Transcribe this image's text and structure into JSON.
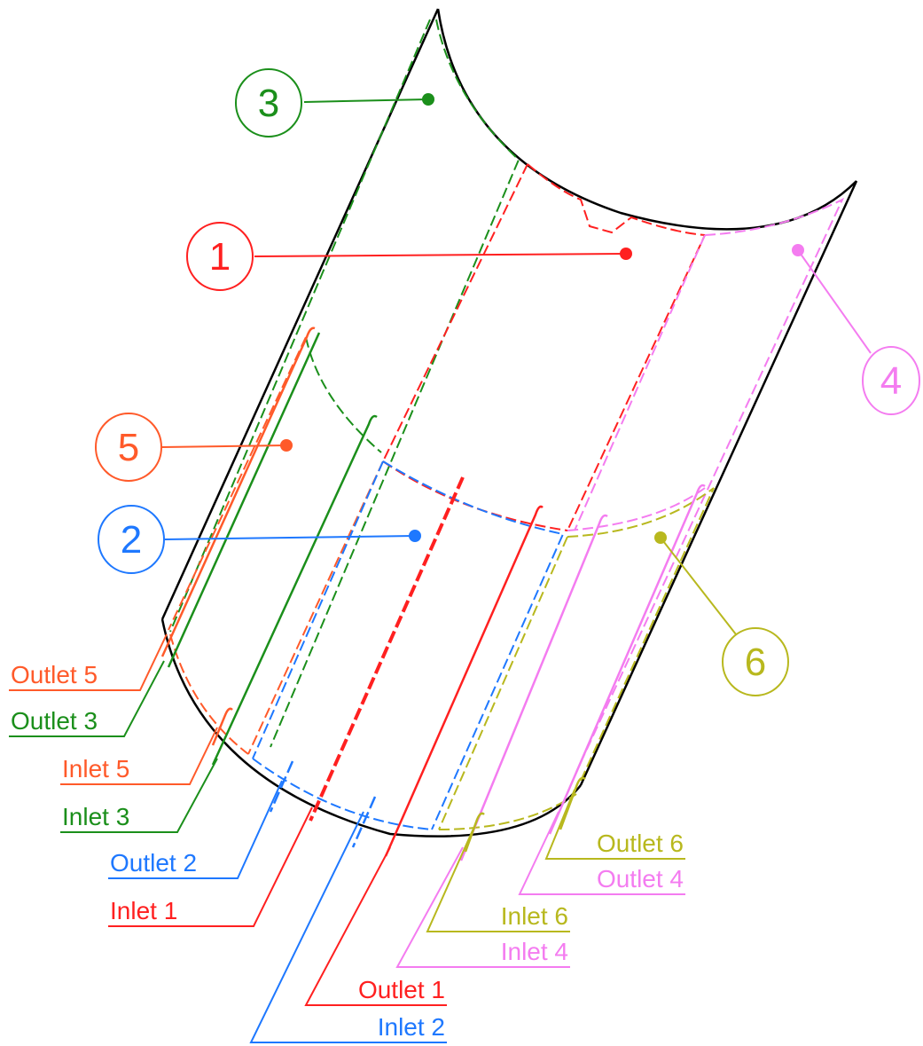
{
  "colors": {
    "outline": "#000000",
    "zone1": "#ff2020",
    "zone2": "#1e78ff",
    "zone3": "#1b8f1b",
    "zone4": "#f47cf0",
    "zone5": "#ff5a2a",
    "zone6": "#b8b81e"
  },
  "zones": [
    {
      "id": "1",
      "label": "1"
    },
    {
      "id": "2",
      "label": "2"
    },
    {
      "id": "3",
      "label": "3"
    },
    {
      "id": "4",
      "label": "4"
    },
    {
      "id": "5",
      "label": "5"
    },
    {
      "id": "6",
      "label": "6"
    }
  ],
  "ports": {
    "outlet5": "Outlet 5",
    "outlet3": "Outlet 3",
    "inlet5": "Inlet 5",
    "inlet3": "Inlet 3",
    "outlet2": "Outlet 2",
    "inlet1": "Inlet 1",
    "outlet1": "Outlet 1",
    "inlet2": "Inlet 2",
    "outlet6": "Outlet 6",
    "outlet4": "Outlet 4",
    "inlet6": "Inlet 6",
    "inlet4": "Inlet 4"
  }
}
